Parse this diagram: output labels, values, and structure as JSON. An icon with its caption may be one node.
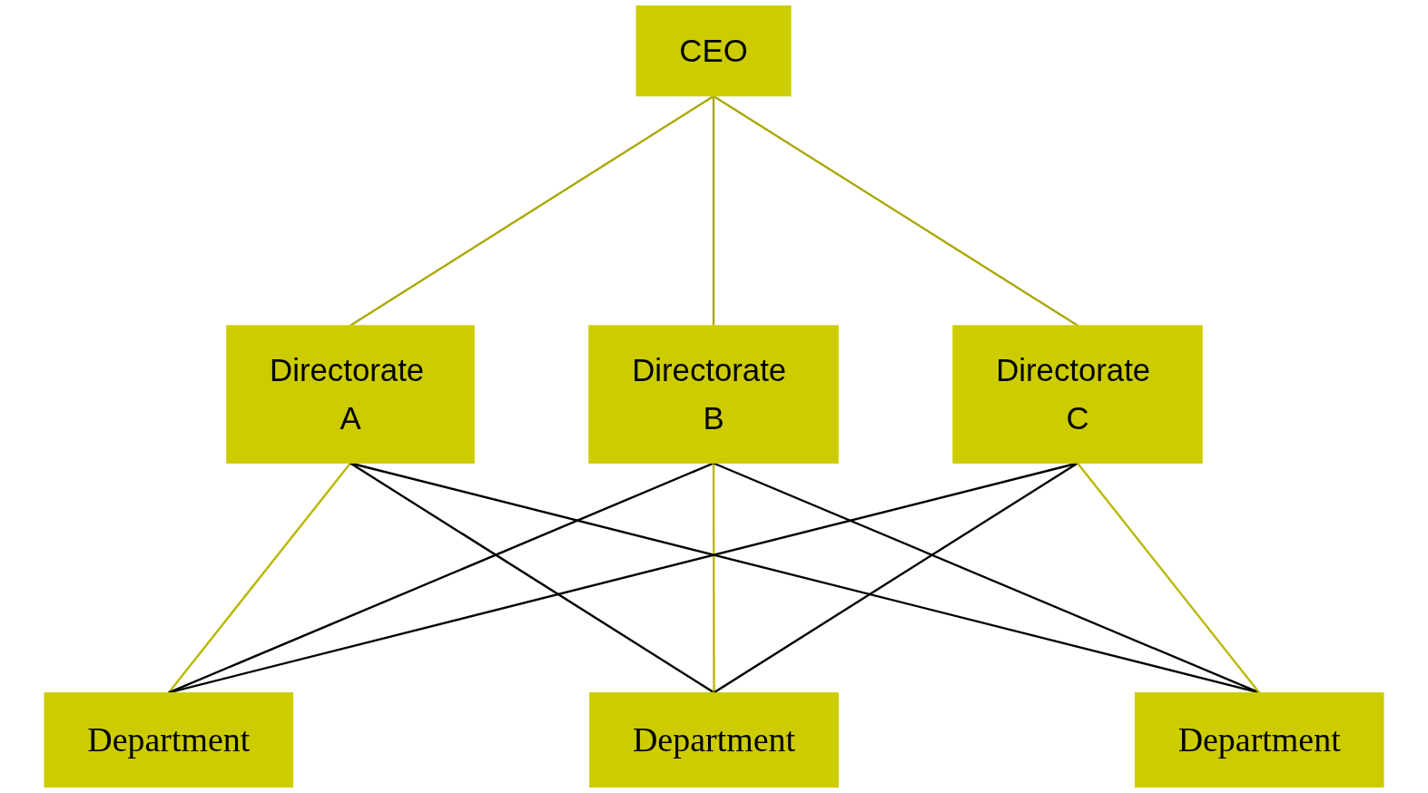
{
  "diagram": {
    "nodes": [
      {
        "text": [
          "CEO"
        ]
      },
      {
        "text": [
          "Directorate A"
        ]
      },
      {
        "text": [
          "Directorate B"
        ]
      },
      {
        "text": [
          "Directorate C"
        ]
      },
      {
        "text": [
          "Department"
        ]
      },
      {
        "text": [
          "Department"
        ]
      },
      {
        "text": [
          "Department"
        ]
      }
    ],
    "edges": [
      {
        "from": 0,
        "to": 1,
        "arrow": "none",
        "color": "#a8a800"
      },
      {
        "from": 0,
        "to": 2,
        "arrow": "none",
        "color": "#a8a800"
      },
      {
        "from": 0,
        "to": 3,
        "arrow": "none",
        "color": "#a8a800"
      },
      {
        "from": 1,
        "to": 4,
        "arrow": "none",
        "color": "#b8b800"
      },
      {
        "from": 1,
        "to": 5,
        "arrow": "none",
        "color": "#000000"
      },
      {
        "from": 1,
        "to": 6,
        "arrow": "none",
        "color": "#000000"
      },
      {
        "from": 2,
        "to": 4,
        "arrow": "none",
        "color": "#000000"
      },
      {
        "from": 2,
        "to": 5,
        "arrow": "none",
        "color": "#b8b800"
      },
      {
        "from": 2,
        "to": 6,
        "arrow": "none",
        "color": "#000000"
      },
      {
        "from": 3,
        "to": 4,
        "arrow": "none",
        "color": "#000000"
      },
      {
        "from": 3,
        "to": 5,
        "arrow": "none",
        "color": "#000000"
      },
      {
        "from": 3,
        "to": 6,
        "arrow": "none",
        "color": "#b8b800"
      }
    ]
  }
}
